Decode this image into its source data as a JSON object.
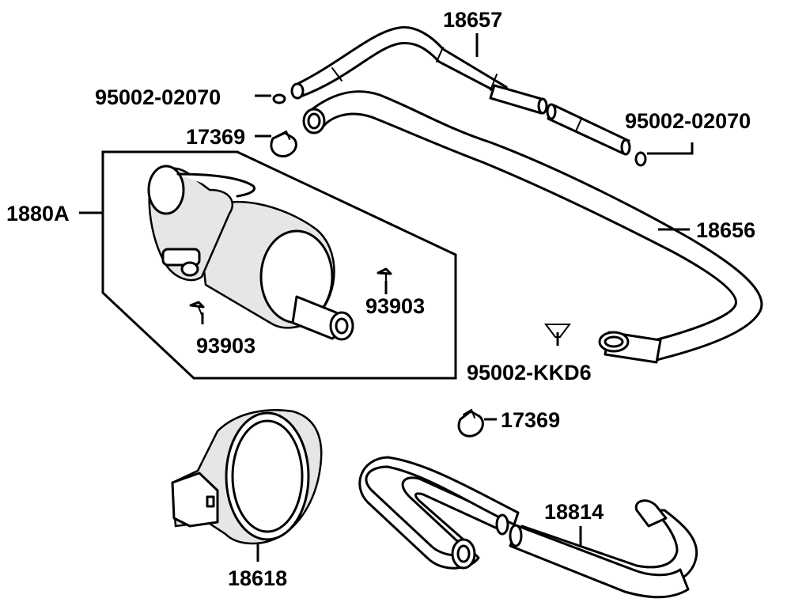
{
  "labels": {
    "hose_upper": "18657",
    "clip_top_left": "95002-02070",
    "clamp_upper": "17369",
    "clip_right": "95002-02070",
    "canister_assy": "1880A",
    "hose_long": "18656",
    "screw_right": "93903",
    "screw_left": "93903",
    "cap": "95002-KKD6",
    "clamp_lower": "17369",
    "hose_lower": "18814",
    "bracket": "18618"
  }
}
